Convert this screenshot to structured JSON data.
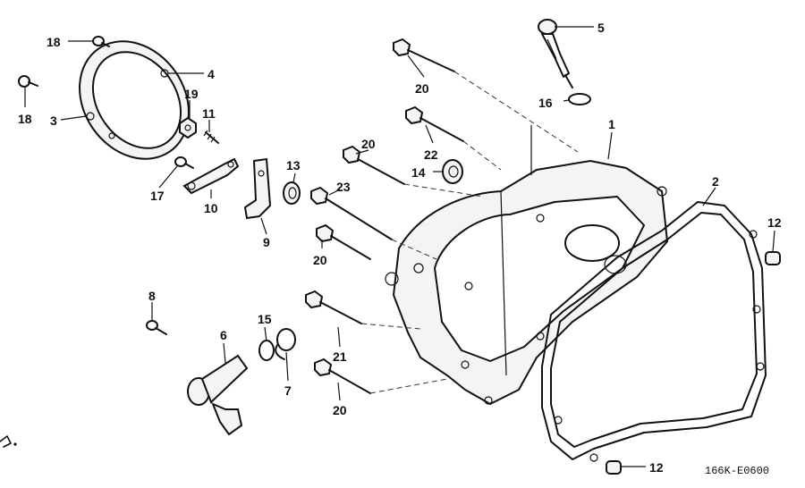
{
  "diagram_code": "166K-E0600",
  "callouts": [
    "1",
    "2",
    "3",
    "4",
    "5",
    "6",
    "7",
    "8",
    "9",
    "10",
    "11",
    "12",
    "12",
    "13",
    "14",
    "15",
    "16",
    "17",
    "18",
    "18",
    "19",
    "20",
    "20",
    "20",
    "20",
    "21",
    "22",
    "23"
  ],
  "colors": {
    "ink": "#111111",
    "paper": "#ffffff"
  }
}
